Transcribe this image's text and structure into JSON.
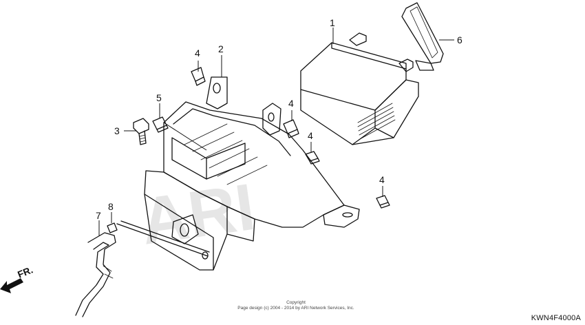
{
  "diagram": {
    "callouts": {
      "battery": "1",
      "battery_box": "2",
      "bolt": "3",
      "nut_a": "4",
      "nut_b": "4",
      "nut_c": "4",
      "nut_d": "4",
      "nut_clip": "5",
      "battery_band": "6",
      "tube": "7",
      "clip": "8"
    },
    "direction_label": "FR.",
    "watermark": "ARI",
    "copyright_line1": "Copyright",
    "copyright_line2": "Page design (c) 2004 - 2014 by ARI Network Services, Inc.",
    "figure_code": "KWN4F4000A"
  }
}
